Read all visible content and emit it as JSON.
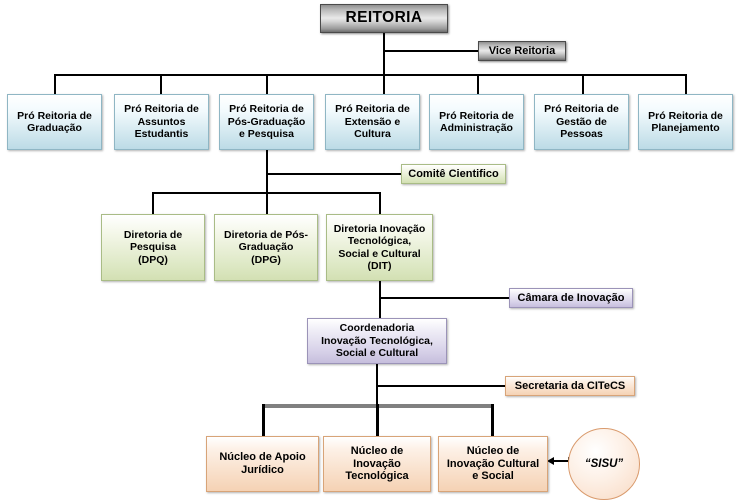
{
  "diagram": {
    "title_node": {
      "label": "REITORIA"
    },
    "vice_node": {
      "label": "Vice Reitoria"
    },
    "pro_reitorias": [
      {
        "label": "Pró Reitoria de\nGraduação"
      },
      {
        "label": "Pró Reitoria de\nAssuntos\nEstudantis"
      },
      {
        "label": "Pró Reitoria de\nPós-Graduação\ne Pesquisa"
      },
      {
        "label": "Pró Reitoria de\nExtensão e\nCultura"
      },
      {
        "label": "Pró Reitoria de\nAdministração"
      },
      {
        "label": "Pró Reitoria de\nGestão de\nPessoas"
      },
      {
        "label": "Pró Reitoria de\nPlanejamento"
      }
    ],
    "comite": {
      "label": "Comitê Cientifico"
    },
    "diretorias": [
      {
        "label": "Diretoria de\nPesquisa\n(DPQ)"
      },
      {
        "label": "Diretoria de Pós-\nGraduação\n(DPG)"
      },
      {
        "label": "Diretoria Inovação\nTecnológica,\nSocial e Cultural\n(DIT)"
      }
    ],
    "camara": {
      "label": "Câmara de Inovação"
    },
    "coordenadoria": {
      "label": "Coordenadoria\nInovação Tecnológica,\nSocial e Cultural"
    },
    "secretaria": {
      "label": "Secretaria da CITeCS"
    },
    "nucleos": [
      {
        "label": "Núcleo de Apoio\nJurídico"
      },
      {
        "label": "Núcleo de\nInovação\nTecnológica"
      },
      {
        "label": "Núcleo de\nInovação Cultural\ne Social"
      }
    ],
    "sisu": {
      "label": "“SISU”"
    },
    "colors": {
      "background": "#ffffff",
      "connector": "#000000",
      "connector_thick": "#808080",
      "gray_node": "#b9b9b9",
      "blue_node": "#cfe6ee",
      "green_node": "#dde8c4",
      "purple_node": "#d6d0e8",
      "orange_node": "#f8ddc6"
    }
  }
}
